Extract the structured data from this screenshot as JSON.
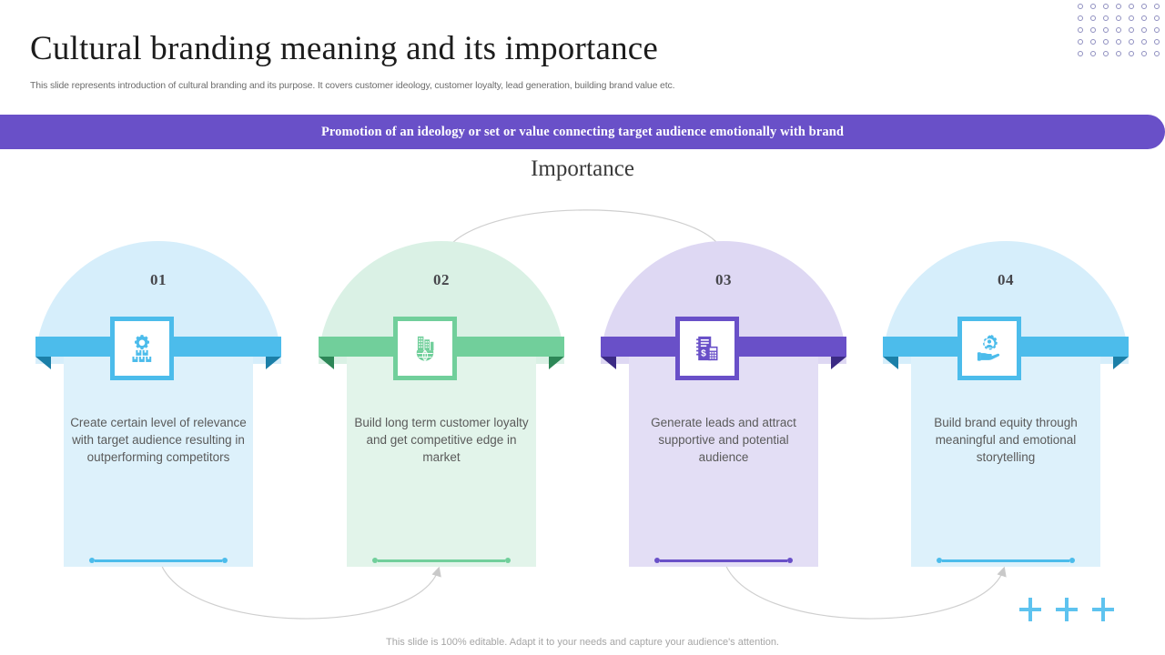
{
  "header": {
    "title": "Cultural branding meaning and its importance",
    "subtitle": "This slide represents introduction of cultural branding and its purpose. It covers customer ideology, customer loyalty, lead generation, building brand value etc."
  },
  "banner": {
    "text": "Promotion of an ideology or set or value connecting target audience emotionally with brand",
    "color": "#6950c8"
  },
  "section": {
    "heading": "Importance"
  },
  "cards": [
    {
      "number": "01",
      "description": "Create certain level of relevance with target audience resulting in outperforming competitors",
      "icon": "gear-boxes-icon",
      "arch_color": "#d6eefb",
      "body_color": "#ddf1fb",
      "accent_color": "#4cbceb",
      "fold_color": "#1b7fa8"
    },
    {
      "number": "02",
      "description": "Build long term customer loyalty and get competitive edge in market",
      "icon": "globe-buildings-icon",
      "arch_color": "#daf1e5",
      "body_color": "#e2f4ea",
      "accent_color": "#71cf9b",
      "fold_color": "#2d8757"
    },
    {
      "number": "03",
      "description": "Generate leads and attract supportive and potential audience",
      "icon": "ledger-calculator-icon",
      "arch_color": "#ded8f3",
      "body_color": "#e3def5",
      "accent_color": "#6950c8",
      "fold_color": "#3b2a84"
    },
    {
      "number": "04",
      "description": "Build brand equity through meaningful and emotional storytelling",
      "icon": "hand-gear-user-icon",
      "arch_color": "#d6eefb",
      "body_color": "#ddf1fb",
      "accent_color": "#4cbceb",
      "fold_color": "#1b7fa8"
    }
  ],
  "decor": {
    "plus_count": 3,
    "plus_color": "#5ec3ef",
    "dot_color": "#8f8fc0",
    "arrow_color": "#c9c9c9"
  },
  "footer": {
    "note": "This slide is 100% editable. Adapt it to your needs and capture your audience's attention."
  }
}
